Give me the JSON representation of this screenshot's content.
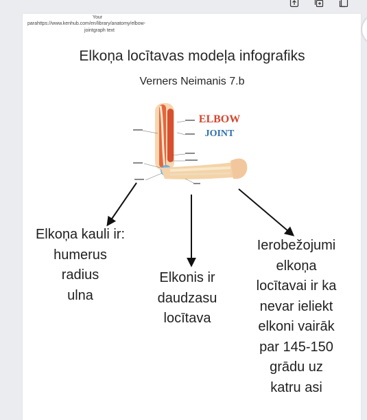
{
  "toolbar": {
    "icons": [
      "upload-icon",
      "add-page-icon",
      "duplicate-icon"
    ]
  },
  "notes": {
    "top": "Your",
    "line1": "parahttps://www.kenhub.com/en/library/anatomy/elbow-",
    "line2": "jointgraph text"
  },
  "title": "Elkoņa locītavas modeļa infografiks",
  "author": "Verners Neimanis 7.b",
  "illustration": {
    "heading_line1": "ELBOW",
    "heading_line2": "JOINT",
    "heading_colors": [
      "#d4452d",
      "#2e6fae"
    ]
  },
  "blocks": {
    "bones": [
      "Elkoņa kauli ir:",
      "humerus",
      "radius",
      "ulna"
    ],
    "type": [
      "Elkonis ir",
      "daudzasu",
      "locītava"
    ],
    "limits": [
      "Ierobežojumi",
      "elkoņa",
      "locītavai ir ka",
      "nevar ieliekt",
      "elkoni vairāk",
      "par 145-150",
      "grādu uz",
      "katru asi"
    ]
  },
  "colors": {
    "background": "#ebecf0",
    "page": "#ffffff",
    "text": "#1f1f1f"
  }
}
